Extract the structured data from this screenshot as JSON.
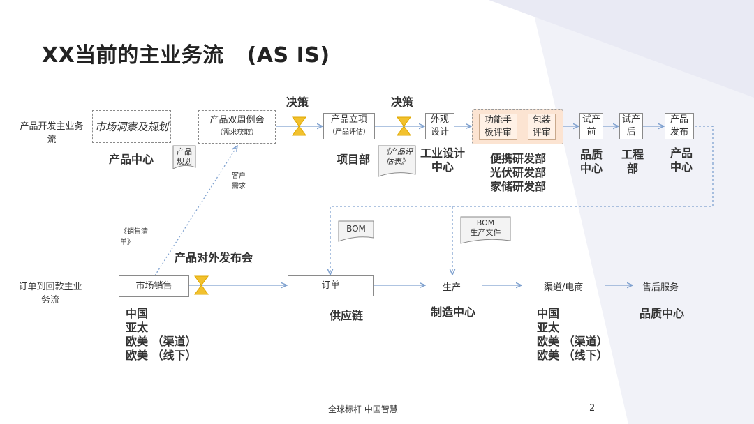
{
  "title": "XX当前的主业务流   (AS IS)",
  "rows": {
    "product_dev": "产品开发主业务流",
    "order_cash": "订单到回款主业务流"
  },
  "top_flow": {
    "market_insight": "市场洞察及规划",
    "biweekly": "产品双周例会",
    "biweekly_sub": "（需求获取）",
    "decision_1": "决策",
    "project_init": "产品立项",
    "project_init_sub": "（产品评估）",
    "decision_2": "决策",
    "exterior": "外观设计",
    "func_review": "功能手板评审",
    "pack_review": "包装评审",
    "pilot_pre": "试产前",
    "pilot_post": "试产后",
    "release": "产品发布"
  },
  "docs": {
    "product_plan": "产品规划",
    "product_eval": "《产品评估表》",
    "bom": "BOM",
    "bom_prod": "BOM",
    "bom_prod_sub": "生产文件"
  },
  "owners": {
    "product_center": "产品中心",
    "project_dept": "项目部",
    "industrial_design": "工业设计中心",
    "rnd": "便携研发部\n光伏研发部\n家储研发部",
    "quality": "品质中心",
    "engineering": "工程部",
    "product_center_2": "产品中心"
  },
  "mid_labels": {
    "customer_demand": "客户需求",
    "sales_list": "《销售清单》",
    "launch_event": "产品对外发布会"
  },
  "bottom_flow": {
    "market_sales": "市场销售",
    "order": "订单",
    "production": "生产",
    "channel": "渠道/电商",
    "after_sales": "售后服务"
  },
  "bottom_owners": {
    "regions_1": "中国\n亚太\n欧美 （渠道）\n欧美 （线下）",
    "supply_chain": "供应链",
    "manufacturing": "制造中心",
    "regions_2": "中国\n亚太\n欧美 （渠道）\n欧美 （线下）",
    "quality_center": "品质中心"
  },
  "footer": {
    "slogan": "全球标杆 中国智慧",
    "page": "2"
  },
  "colors": {
    "arrow": "#7fa1cf",
    "decision": "#f2c12e",
    "highlight_bg": "#fce4d2"
  }
}
